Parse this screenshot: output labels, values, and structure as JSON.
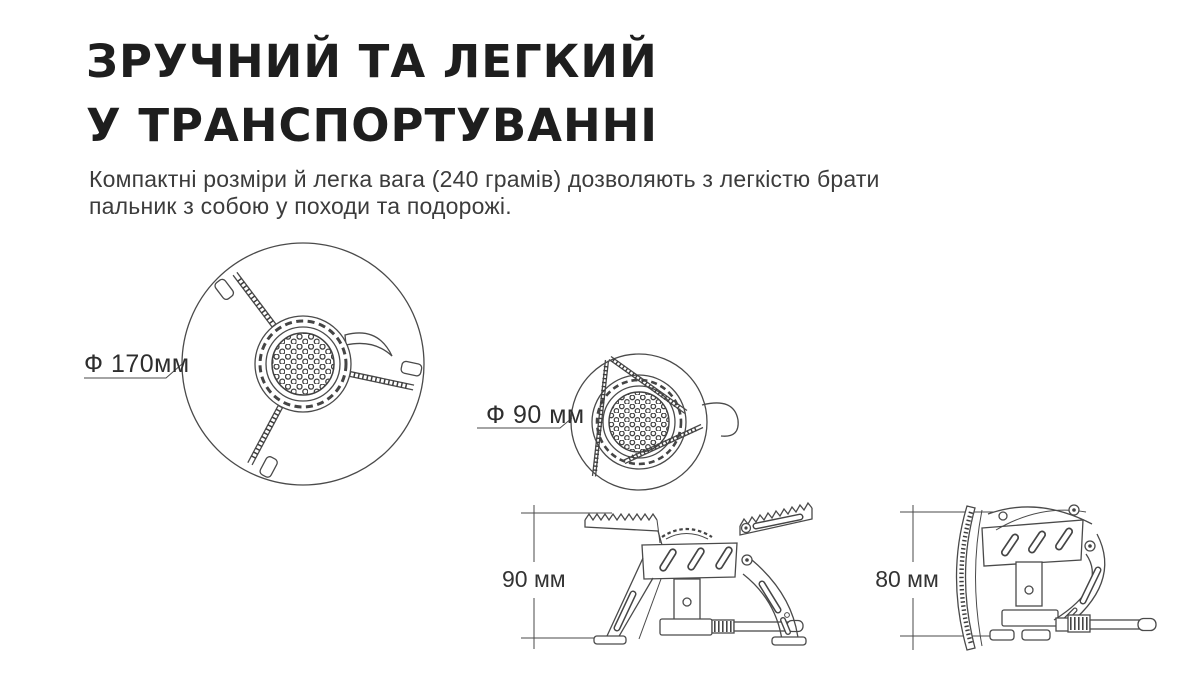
{
  "header": {
    "title": {
      "line1": "ЗРУЧНИЙ ТА ЛЕГКИЙ",
      "line2": "У ТРАНСПОРТУВАННІ"
    },
    "description": {
      "line1": "Компактні розміри й легка вага (240 грамів) дозволяють з легкістю брати",
      "line2": "пальник з собою у походи та подорожі."
    }
  },
  "diagrams": {
    "top_view_unfolded": {
      "label": "Ф 170мм"
    },
    "top_view_folded": {
      "label": "Ф 90 мм"
    },
    "side_view_unfolded": {
      "label": "90 мм"
    },
    "side_view_folded": {
      "label": "80 мм"
    }
  },
  "colors": {
    "background": "#ffffff",
    "title_text": "#1e1e1e",
    "body_text": "#3c3c3c",
    "line_art": "#4a4a4a"
  }
}
